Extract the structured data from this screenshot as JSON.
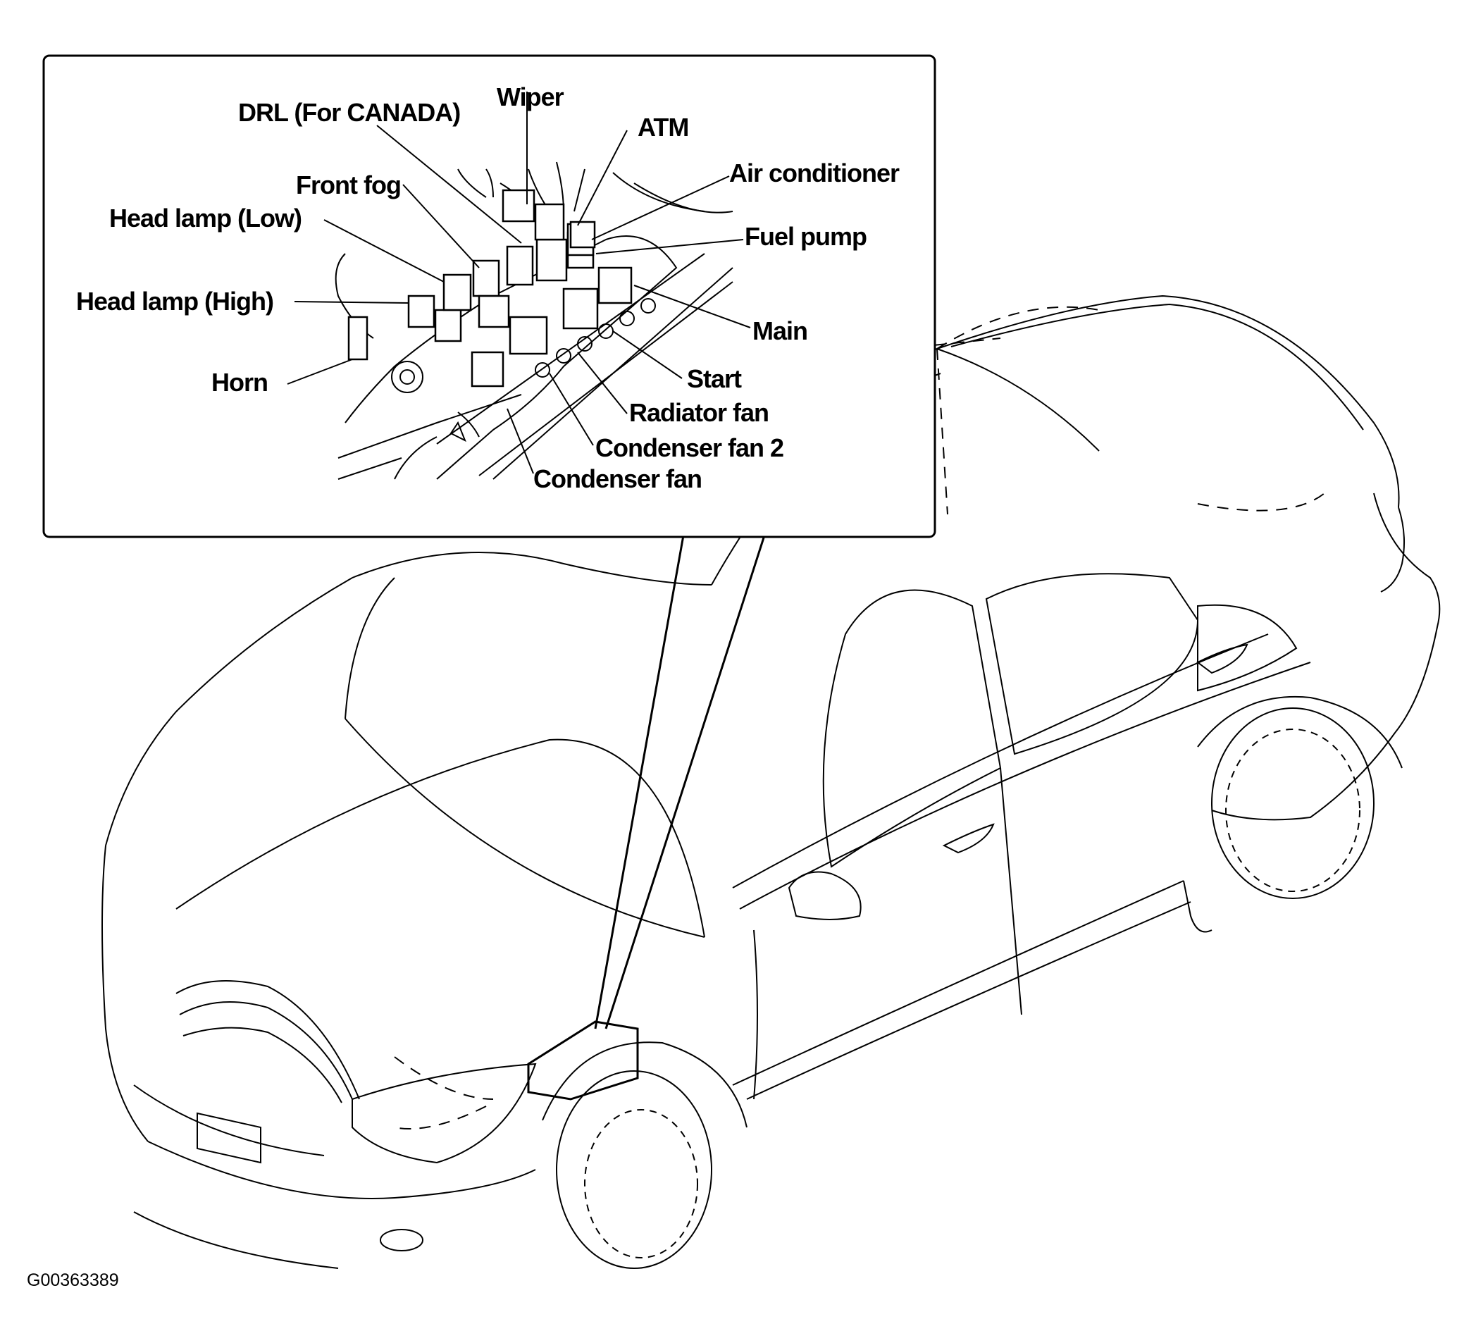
{
  "figure_code": "G00363389",
  "labels": {
    "drl": "DRL (For CANADA)",
    "wiper": "Wiper",
    "atm": "ATM",
    "air_conditioner": "Air conditioner",
    "front_fog": "Front  fog",
    "fuel_pump": "Fuel pump",
    "head_lamp_low": "Head lamp (Low)",
    "head_lamp_high": "Head lamp (High)",
    "main": "Main",
    "horn": "Horn",
    "start": "Start",
    "radiator_fan": "Radiator fan",
    "condenser_fan_2": "Condenser fan 2",
    "condenser_fan": "Condenser fan"
  },
  "icons": {
    "vehicle": "sedan-car-outline-icon",
    "relay_box": "engine-relay-box-icon"
  }
}
